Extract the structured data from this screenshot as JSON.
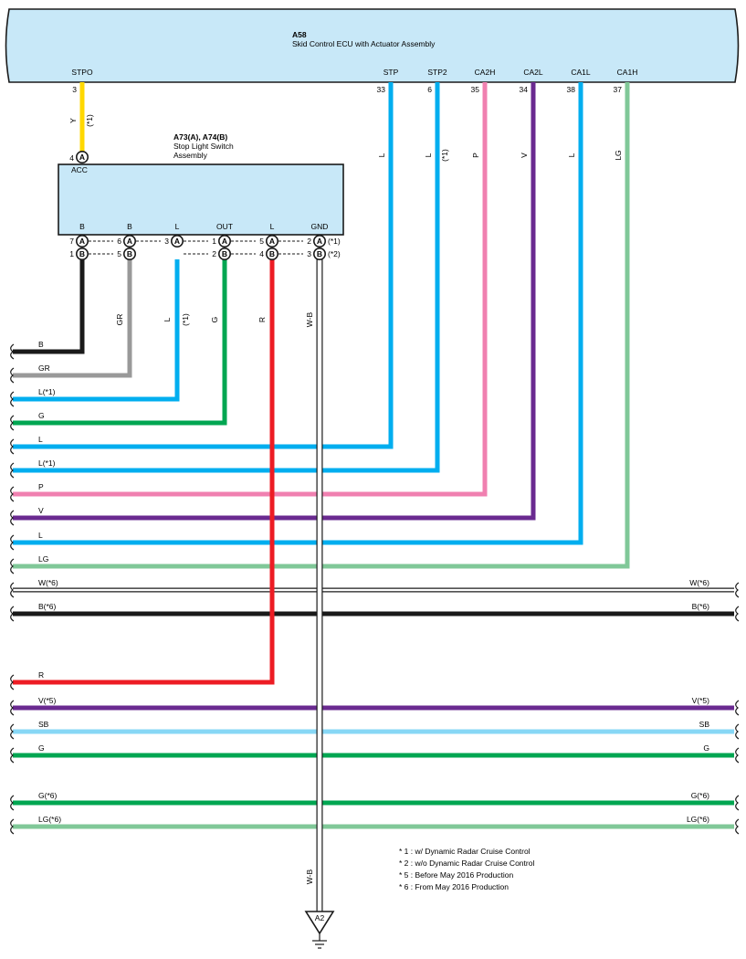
{
  "ecu": {
    "code": "A58",
    "name": "Skid Control ECU with Actuator Assembly",
    "pins": [
      {
        "label": "STPO",
        "num": "3",
        "color": "#ffd800",
        "wire": "Y",
        "note": "(*1)"
      },
      {
        "label": "STP",
        "num": "33",
        "color": "#00aeef",
        "wire": "L",
        "note": ""
      },
      {
        "label": "STP2",
        "num": "6",
        "color": "#00aeef",
        "wire": "L",
        "note": "(*1)"
      },
      {
        "label": "CA2H",
        "num": "35",
        "color": "#f080b0",
        "wire": "P",
        "note": ""
      },
      {
        "label": "CA2L",
        "num": "34",
        "color": "#6a2a90",
        "wire": "V",
        "note": ""
      },
      {
        "label": "CA1L",
        "num": "38",
        "color": "#00aeef",
        "wire": "L",
        "note": ""
      },
      {
        "label": "CA1H",
        "num": "37",
        "color": "#80c898",
        "wire": "LG",
        "note": ""
      }
    ]
  },
  "switch": {
    "code": "A73(A), A74(B)",
    "name_line1": "Stop Light Switch",
    "name_line2": "Assembly",
    "acc_label": "ACC",
    "acc_num": "4",
    "acc_letter": "A",
    "pins": [
      {
        "label": "B",
        "numA": "7",
        "numB": "1",
        "color": "#1a1a1a",
        "wire": "",
        "note": ""
      },
      {
        "label": "B",
        "numA": "6",
        "numB": "5",
        "color": "#999999",
        "wire": "GR",
        "note": ""
      },
      {
        "label": "L",
        "numA": "3",
        "numB": "",
        "color": "#00aeef",
        "wire": "L",
        "note": "(*1)"
      },
      {
        "label": "OUT",
        "numA": "1",
        "numB": "2",
        "color": "#00a651",
        "wire": "G",
        "note": ""
      },
      {
        "label": "L",
        "numA": "5",
        "numB": "4",
        "color": "#ed1c24",
        "wire": "R",
        "note": ""
      },
      {
        "label": "GND",
        "numA": "2",
        "numB": "3",
        "color": "#ffffff",
        "wire": "W-B",
        "note": ""
      }
    ],
    "gnd_notes": [
      "(*1)",
      "(*2)"
    ],
    "letter_a": "A",
    "letter_b": "B"
  },
  "buses": [
    {
      "left": "B",
      "right": "",
      "color": "#1a1a1a"
    },
    {
      "left": "GR",
      "right": "",
      "color": "#999999"
    },
    {
      "left": "L(*1)",
      "right": "",
      "color": "#00aeef"
    },
    {
      "left": "G",
      "right": "",
      "color": "#00a651"
    },
    {
      "left": "L",
      "right": "",
      "color": "#00aeef"
    },
    {
      "left": "L(*1)",
      "right": "",
      "color": "#00aeef"
    },
    {
      "left": "P",
      "right": "",
      "color": "#f080b0"
    },
    {
      "left": "V",
      "right": "",
      "color": "#6a2a90"
    },
    {
      "left": "L",
      "right": "",
      "color": "#00aeef"
    },
    {
      "left": "LG",
      "right": "",
      "color": "#80c898"
    },
    {
      "left": "W(*6)",
      "right": "W(*6)",
      "color": "#ffffff"
    },
    {
      "left": "B(*6)",
      "right": "B(*6)",
      "color": "#1a1a1a"
    },
    {
      "left": "R",
      "right": "",
      "color": "#ed1c24"
    },
    {
      "left": "V(*5)",
      "right": "V(*5)",
      "color": "#6a2a90"
    },
    {
      "left": "SB",
      "right": "SB",
      "color": "#87d7f5"
    },
    {
      "left": "G",
      "right": "G",
      "color": "#00a651"
    },
    {
      "left": "G(*6)",
      "right": "G(*6)",
      "color": "#00a651"
    },
    {
      "left": "LG(*6)",
      "right": "LG(*6)",
      "color": "#80c898"
    }
  ],
  "ground": {
    "wire": "W-B",
    "code": "A2"
  },
  "notes": [
    "* 1 : w/ Dynamic Radar Cruise Control",
    "* 2 : w/o Dynamic Radar Cruise Control",
    "* 5 : Before May 2016 Production",
    "* 6 : From May 2016 Production"
  ],
  "colors": {
    "box_fill": "#c8e8f8",
    "outline": "#1a1a1a"
  }
}
